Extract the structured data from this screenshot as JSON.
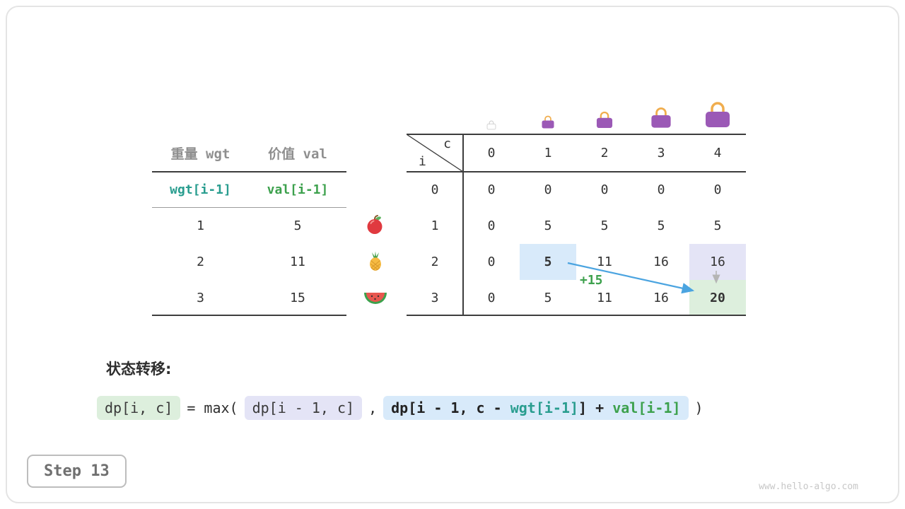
{
  "meta": {
    "step_label": "Step 13",
    "watermark": "www.hello-algo.com"
  },
  "items_table": {
    "col1_header": "重量 wgt",
    "col2_header": "价值 val",
    "symbol_row": {
      "wgt": "wgt[i-1]",
      "val": "val[i-1]"
    },
    "rows": [
      {
        "wgt": "1",
        "val": "5",
        "icon": "apple-icon"
      },
      {
        "wgt": "2",
        "val": "11",
        "icon": "pineapple-icon"
      },
      {
        "wgt": "3",
        "val": "15",
        "icon": "watermelon-icon"
      }
    ]
  },
  "dp": {
    "corner_i": "i",
    "corner_c": "c",
    "col_headers": [
      "0",
      "1",
      "2",
      "3",
      "4"
    ],
    "bag_icons": [
      "bag-ghost-icon",
      "bag-icon-small",
      "bag-icon-medium",
      "bag-icon-large",
      "bag-icon-xlarge"
    ],
    "rows": [
      {
        "label": "0",
        "cells": [
          "0",
          "0",
          "0",
          "0",
          "0"
        ]
      },
      {
        "label": "1",
        "cells": [
          "0",
          "5",
          "5",
          "5",
          "5"
        ]
      },
      {
        "label": "2",
        "cells": [
          "0",
          "5",
          "11",
          "16",
          "16"
        ]
      },
      {
        "label": "3",
        "cells": [
          "0",
          "5",
          "11",
          "16",
          "20"
        ]
      }
    ],
    "annotation": "+15"
  },
  "formula": {
    "heading": "状态转移:",
    "lhs": "dp[i, c]",
    "equals_max": "= max(",
    "arg1": "dp[i - 1, c]",
    "comma": ",",
    "arg2_prefix": "dp[i - 1, c - ",
    "arg2_wgt": "wgt[i-1]",
    "arg2_mid": "] + ",
    "arg2_val": "val[i-1]",
    "close_paren": ")"
  },
  "colors": {
    "teal": "#299d8f",
    "green": "#3da14d",
    "highlight_blue": "#d8eafa",
    "highlight_lavender": "#e4e4f6",
    "highlight_green": "#ddefdd",
    "arrow_blue": "#4ba4e0",
    "bag_purple": "#9b59b6",
    "bag_handle": "#f0ad4e"
  }
}
